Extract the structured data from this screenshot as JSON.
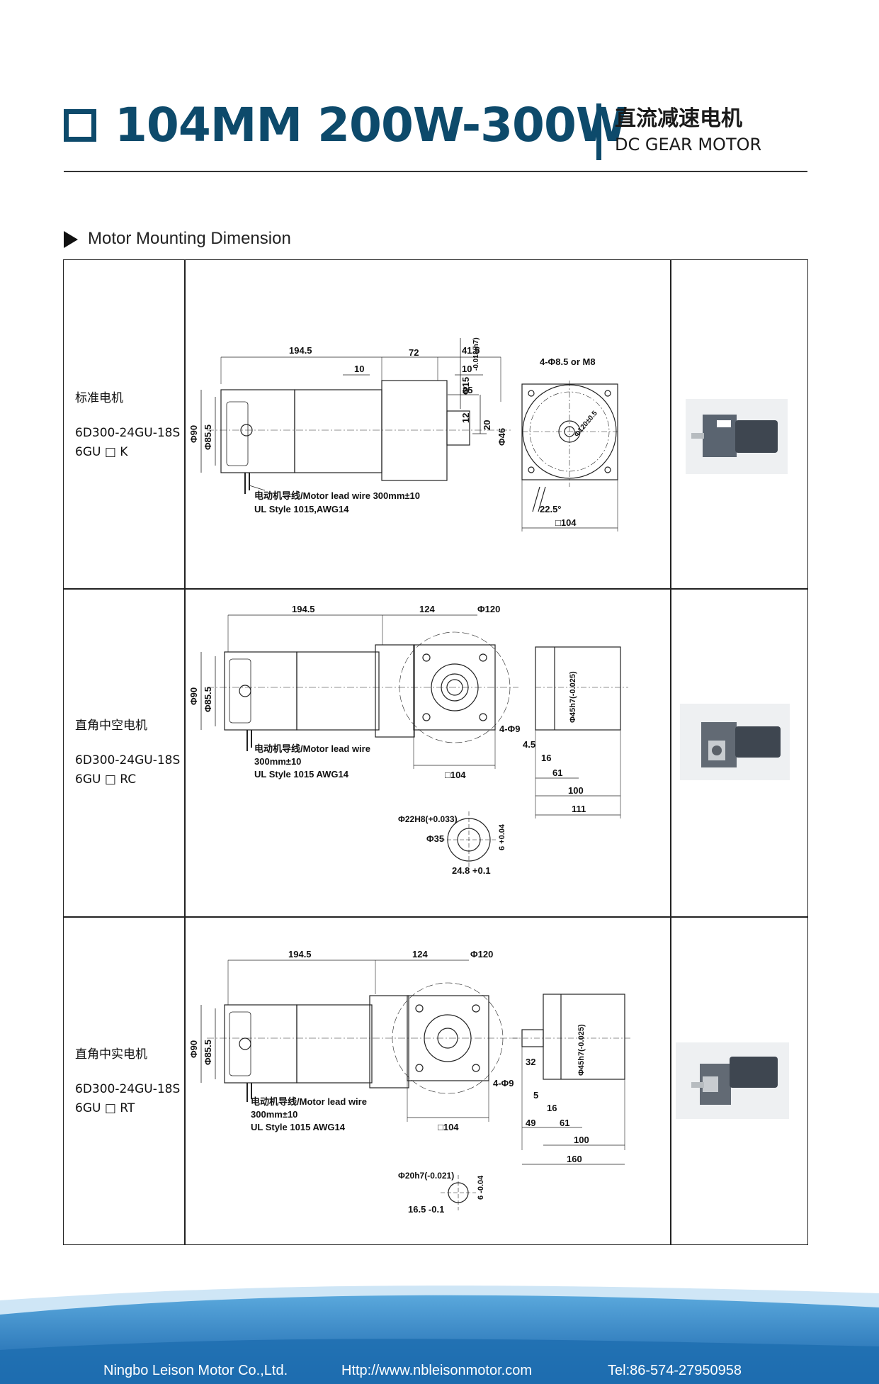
{
  "header": {
    "title": "104MM  200W-300W",
    "subtitle_cn": "直流减速电机",
    "subtitle_en": "DC GEAR MOTOR"
  },
  "section": {
    "label": "Motor Mounting Dimension"
  },
  "rows": [
    {
      "name_cn": "标准电机",
      "model": "6D300-24GU-18S",
      "gear": "6GU □ K",
      "dims": {
        "length_motor": "194.5",
        "length_gear": "72",
        "shaft_len": "41.5",
        "d10a": "10",
        "d10b": "10",
        "d25": "25",
        "d12": "12",
        "d20": "20",
        "phi15": "Φ15",
        "phi15_tol": "-0.018(h7)",
        "phi90": "Φ90",
        "phi85": "Φ85.5",
        "phi46": "Φ46",
        "holes": "4-Φ8.5 or M8",
        "pcd": "Φ120±0.5",
        "angle": "22.5°",
        "square": "□104"
      },
      "wire_line1": "电动机导线/Motor lead wire 300mm±10",
      "wire_line2": "UL Style 1015,AWG14"
    },
    {
      "name_cn": "直角中空电机",
      "model": "6D300-24GU-18S",
      "gear": "6GU □ RC",
      "dims": {
        "length_motor": "194.5",
        "length_gear": "124",
        "phi120": "Φ120",
        "phi90": "Φ90",
        "phi85": "Φ85.5",
        "holes": "4-Φ9",
        "square": "□104",
        "phi45": "Φ45h7(-0.025)",
        "d45": "4.5",
        "d16": "16",
        "d61": "61",
        "d100": "100",
        "d111": "111",
        "bore": "Φ22H8(+0.033)",
        "key": "6 +0.04",
        "phi35": "Φ35",
        "d24": "24.8 +0.1"
      },
      "wire_line1": "电动机导线/Motor lead wire",
      "wire_line2": "300mm±10",
      "wire_line3": "UL Style 1015 AWG14"
    },
    {
      "name_cn": "直角中实电机",
      "model": "6D300-24GU-18S",
      "gear": "6GU □ RT",
      "dims": {
        "length_motor": "194.5",
        "length_gear": "124",
        "phi120": "Φ120",
        "phi90": "Φ90",
        "phi85": "Φ85.5",
        "holes": "4-Φ9",
        "square": "□104",
        "phi45": "Φ45h7(-0.025)",
        "d32": "32",
        "d5": "5",
        "d16": "16",
        "d49": "49",
        "d61": "61",
        "d100": "100",
        "d160": "160",
        "shaft": "Φ20h7(-0.021)",
        "key": "6 -0.04",
        "d16_5": "16.5 -0.1"
      },
      "wire_line1": "电动机导线/Motor lead wire",
      "wire_line2": "300mm±10",
      "wire_line3": "UL Style 1015 AWG14"
    }
  ],
  "footer": {
    "company": "Ningbo Leison Motor Co.,Ltd.",
    "url": "Http://www.nbleisonmotor.com",
    "tel": "Tel:86-574-27950958"
  },
  "colors": {
    "brand": "#0d4a6b",
    "footer_blue": "#1e6fb0"
  }
}
